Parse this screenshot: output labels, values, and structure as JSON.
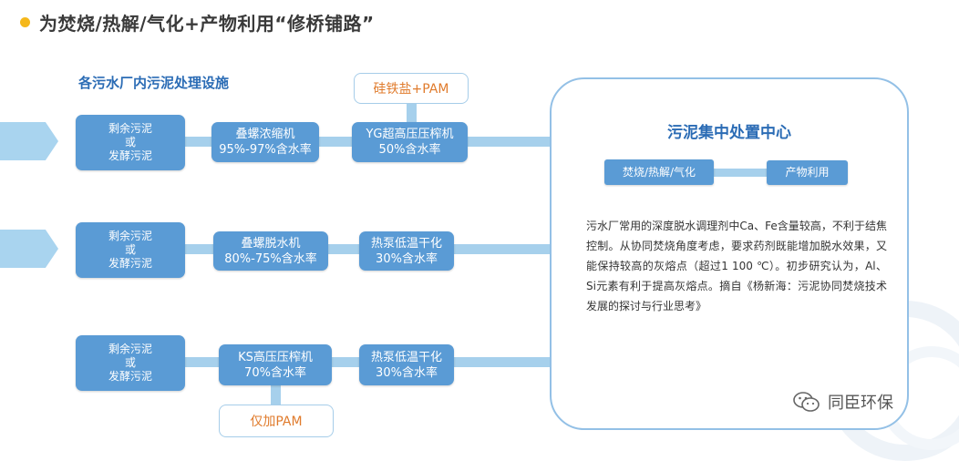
{
  "title": "为焚烧/热解/气化+产物利用“修桥铺路”",
  "subtitle": "各污水厂内污泥处理设施",
  "rows": [
    {
      "source": [
        "剩余污泥",
        "或",
        "发酵污泥"
      ],
      "step1": [
        "叠螺浓缩机",
        "95%-97%含水率"
      ],
      "step2": [
        "YG超高压压榨机",
        "50%含水率"
      ],
      "note": "硅铁盐+PAM"
    },
    {
      "source": [
        "剩余污泥",
        "或",
        "发酵污泥"
      ],
      "step1": [
        "叠螺脱水机",
        "80%-75%含水率"
      ],
      "step2": [
        "热泵低温干化",
        "30%含水率"
      ]
    },
    {
      "source": [
        "剩余污泥",
        "或",
        "发酵污泥"
      ],
      "step1": [
        "KS高压压榨机",
        "70%含水率"
      ],
      "step2": [
        "热泵低温干化",
        "30%含水率"
      ],
      "note": "仅加PAM"
    }
  ],
  "center": {
    "title": "污泥集中处置中心",
    "process_left": "焚烧/热解/气化",
    "process_right": "产物利用",
    "body": "污水厂常用的深度脱水调理剂中Ca、Fe含量较高，不利于结焦控制。从协同焚烧角度考虑，要求药剂既能增加脱水效果，又能保持较高的灰熔点（超过1 100 ℃）。初步研究认为，Al、Si元素有利于提高灰熔点。摘自《杨新海：污泥协同焚烧技术发展的探讨与行业思考》"
  },
  "watermark": "同臣环保",
  "colors": {
    "accent": "#f5b81b",
    "node_fill": "#5a9bd5",
    "connector": "#a6d0ec",
    "heading": "#2b6cb5",
    "note_text": "#e07b2c"
  },
  "icons": [
    "wechat-icon"
  ]
}
